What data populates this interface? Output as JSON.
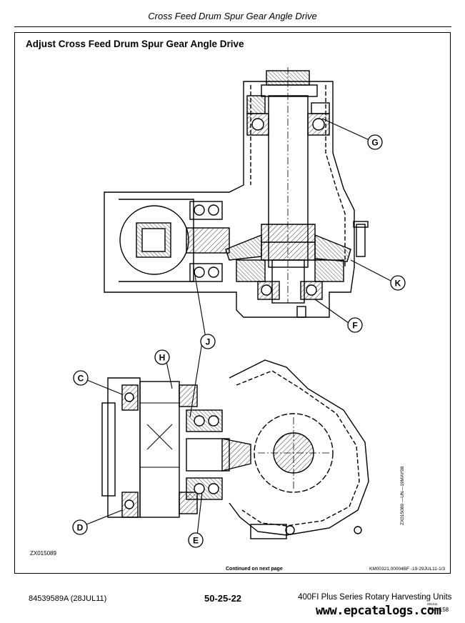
{
  "header": {
    "title": "Cross Feed Drum Spur Gear Angle Drive"
  },
  "section": {
    "title": "Adjust Cross Feed Drum Spur Gear Angle Drive"
  },
  "callouts": {
    "G": "G",
    "K": "K",
    "F": "F",
    "J": "J",
    "H": "H",
    "C": "C",
    "D": "D",
    "E": "E"
  },
  "figure": {
    "id": "ZX015089",
    "side_code": "ZX015089 —UN—19MAY98",
    "continued": "Continued on next page",
    "ref_code": "KM00321,00004BF -19-29JUL11-1/3"
  },
  "footer": {
    "doc_number": "84539589A (28JUL11)",
    "page": "50-25-22",
    "manual": "400FI Plus Series Rotary Harvesting Units",
    "tiny": "091211",
    "pn": "PN=158"
  },
  "watermark": "www.epcatalogs.com"
}
